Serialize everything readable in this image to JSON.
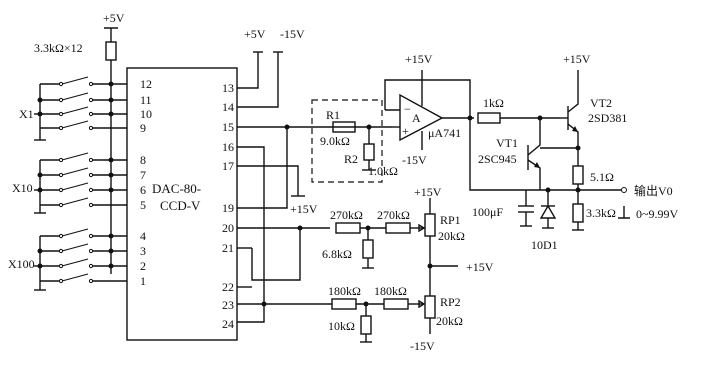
{
  "supply": {
    "p5v_top": "+5V",
    "p5v_pin13": "+5V",
    "m15v_pin14": "-15V",
    "p15v_opamp": "+15V",
    "m15v_opamp": "-15V",
    "p15v_vt2": "+15V",
    "p15v_pin19": "+15V",
    "p15v_rp1": "+15V",
    "p15v_mid": "+15V",
    "m15v_rp2": "-15V"
  },
  "resistor_pack": "3.3kΩ×12",
  "switch_groups": [
    "X1",
    "X10",
    "X100"
  ],
  "dac": {
    "name_line1": "DAC-80-",
    "name_line2": "CCD-V",
    "left_pins": [
      "12",
      "11",
      "10",
      "9",
      "8",
      "7",
      "6",
      "5",
      "4",
      "3",
      "2",
      "1"
    ],
    "right_pins": [
      "13",
      "14",
      "15",
      "16",
      "17",
      "19",
      "20",
      "21",
      "22",
      "23",
      "24"
    ]
  },
  "components": {
    "r1": "R1",
    "r1_val": "9.0kΩ",
    "r2": "R2",
    "r2_val": "1.0kΩ",
    "opamp": "A",
    "opamp_model": "μA741",
    "r_base": "1kΩ",
    "vt1": "VT1",
    "vt1_model": "2SC945",
    "vt2": "VT2",
    "vt2_model": "2SD381",
    "r_emitter": "5.1Ω",
    "r_load": "3.3kΩ",
    "cap": "100μF",
    "diode": "10D1",
    "r270a": "270kΩ",
    "r270b": "270kΩ",
    "r68": "6.8kΩ",
    "rp1": "RP1",
    "rp1_val": "20kΩ",
    "r180a": "180kΩ",
    "r180b": "180kΩ",
    "r10": "10kΩ",
    "rp2": "RP2",
    "rp2_val": "20kΩ"
  },
  "output": {
    "label": "输出V0",
    "range": "0~9.99V"
  }
}
